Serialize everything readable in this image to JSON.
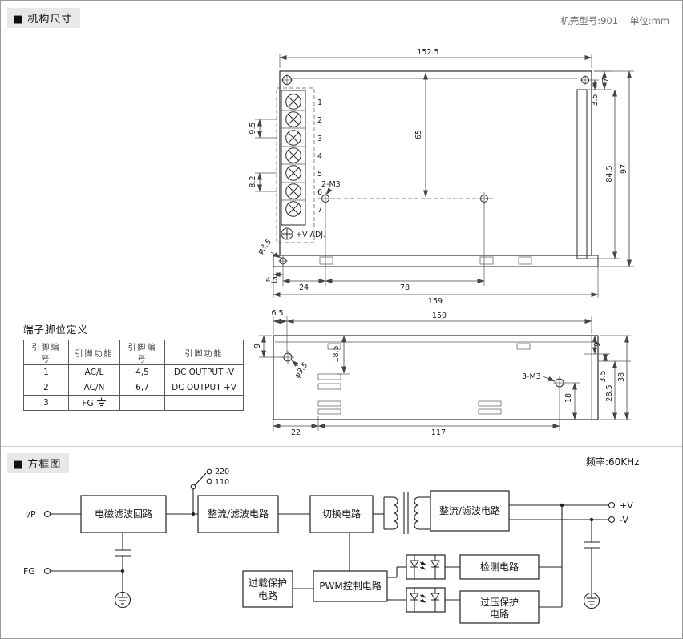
{
  "header": {
    "section1": "■ 机构尺寸",
    "note": "机壳型号:901    单位:mm",
    "section2": "■ 方框图",
    "freq": "频率:60KHz"
  },
  "top_view": {
    "d152_5": "152.5",
    "d7": "7",
    "d3_5": "3.5",
    "d84_5": "84.5",
    "d97": "97",
    "d65": "65",
    "d9_5": "9.5",
    "d8_2": "8.2",
    "m3": "2-M3",
    "phi": "φ3.5",
    "d4_5": "4.5",
    "d24": "24",
    "d78": "78",
    "d159": "159",
    "vadj": "+V ADJ.",
    "pins": [
      "1",
      "2",
      "3",
      "4",
      "5",
      "6",
      "7"
    ]
  },
  "side_view": {
    "d6_5": "6.5",
    "d150": "150",
    "d9a": "9",
    "d18_5": "18.5",
    "phi": "φ3.5",
    "m3": "3-M3",
    "d18": "18",
    "d9b": "9",
    "d3_5": "3.5",
    "d28_5": "28.5",
    "d38": "38",
    "d22": "22",
    "d117": "117"
  },
  "pin_table": {
    "title": "端子脚位定义",
    "headers": [
      "引脚编号",
      "引脚功能",
      "引脚编号",
      "引脚功能"
    ],
    "rows": [
      [
        "1",
        "AC/L",
        "4,5",
        "DC OUTPUT -V"
      ],
      [
        "2",
        "AC/N",
        "6,7",
        "DC OUTPUT +V"
      ],
      [
        "3",
        "FG",
        "",
        ""
      ]
    ]
  },
  "block": {
    "ip": "I/P",
    "fg": "FG",
    "v220": "220",
    "v110": "110",
    "emi": "电磁滤波回路",
    "rect1": "整流/滤波电路",
    "sw": "切换电路",
    "rect2": "整流/滤波电路",
    "ol_line1": "过载保护",
    "ol_line2": "电路",
    "pwm": "PWM控制电路",
    "det": "检测电路",
    "ovp_line1": "过压保护",
    "ovp_line2": "电路",
    "vplus": "+V",
    "vminus": "-V"
  }
}
